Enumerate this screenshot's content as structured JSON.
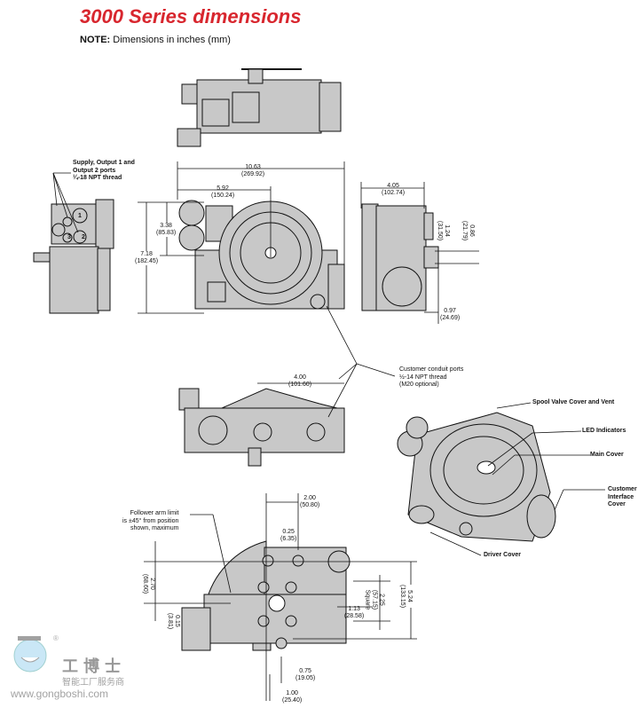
{
  "header": {
    "title": "3000 Series dimensions",
    "note_label": "NOTE:",
    "note_text": " Dimensions in inches (mm)"
  },
  "colors": {
    "title": "#d8262e",
    "device_fill": "#c8c8c8",
    "line": "#111111"
  },
  "callouts": {
    "ports": [
      "Supply, Output 1 and",
      "Output 2 ports",
      "¼-18 NPT thread"
    ],
    "port_numbers": [
      "1",
      "2",
      "3"
    ],
    "conduit": [
      "Customer conduit ports",
      "½-14 NPT thread",
      "(M20 optional)"
    ],
    "spool": "Spool Valve Cover and Vent",
    "led": "LED Indicators",
    "main_cover": "Main Cover",
    "interface_cover": [
      "Customer",
      "Interface",
      "Cover"
    ],
    "driver_cover": "Driver Cover",
    "follower": [
      "Follower arm limit",
      "is ±45° from position",
      "shown, maximum"
    ]
  },
  "dimensions": {
    "width_total": {
      "in": "10.63",
      "mm": "(269.92)"
    },
    "width_center": {
      "in": "5.92",
      "mm": "(150.24)"
    },
    "height_center": {
      "in": "3.38",
      "mm": "(85.83)"
    },
    "height_total": {
      "in": "7.18",
      "mm": "(182.45)"
    },
    "depth": {
      "in": "4.05",
      "mm": "(102.74)"
    },
    "shaft_a": {
      "in": "1.24",
      "mm": "(31.50)"
    },
    "shaft_b": {
      "in": "0.86",
      "mm": "(21.79)"
    },
    "shaft_len": {
      "in": "0.97",
      "mm": "(24.69)"
    },
    "conduit_span": {
      "in": "4.00",
      "mm": "(101.60)"
    },
    "mount_2": {
      "in": "2.00",
      "mm": "(50.80)"
    },
    "mount_025": {
      "in": "0.25",
      "mm": "(6.35)"
    },
    "mount_270": {
      "in": "2.70",
      "mm": "(68.60)"
    },
    "mount_015": {
      "in": "0.15",
      "mm": "(3.81)"
    },
    "mount_113": {
      "in": "1.13",
      "mm": "(28.58)"
    },
    "mount_225": {
      "in": "2.25",
      "mm": "(57.15)",
      "note": "Square"
    },
    "mount_524": {
      "in": "5.24",
      "mm": "(133.15)"
    },
    "mount_075": {
      "in": "0.75",
      "mm": "(19.05)"
    },
    "mount_100": {
      "in": "1.00",
      "mm": "(25.40)"
    }
  },
  "watermark": {
    "name": "工博士",
    "sub": "智能工厂服务商",
    "url": "www.gongboshi.com",
    "mark": "®"
  }
}
